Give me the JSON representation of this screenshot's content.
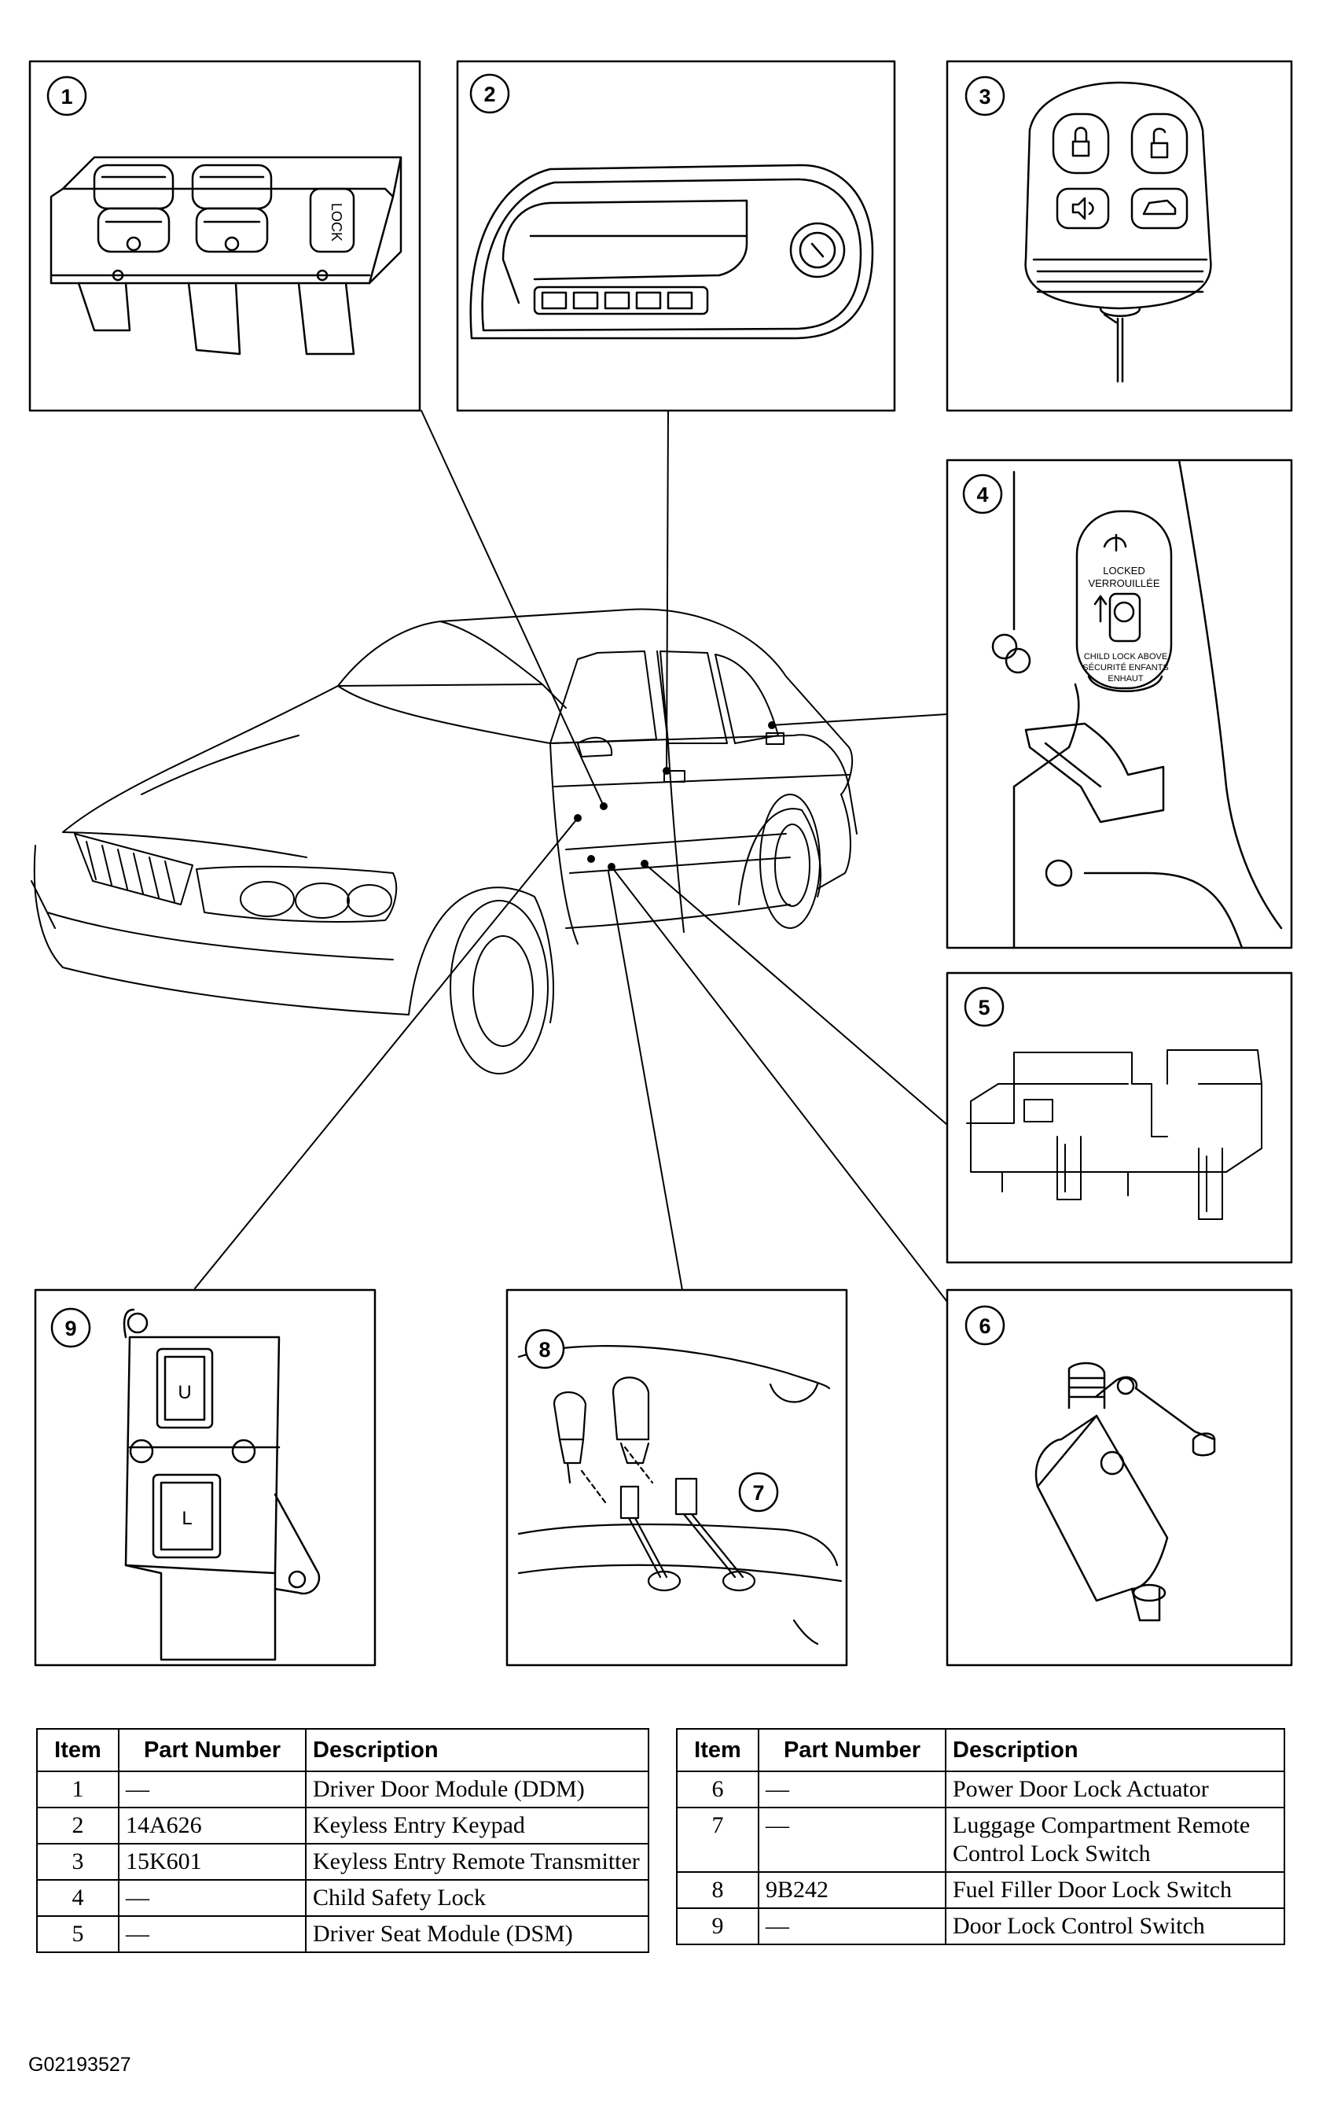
{
  "figure_id": "G02193527",
  "callouts": [
    "1",
    "2",
    "3",
    "4",
    "5",
    "6",
    "7",
    "8",
    "9"
  ],
  "panel3_icons": [
    "lock-icon",
    "unlock-icon",
    "panic-icon",
    "trunk-icon"
  ],
  "panel1_label": "LOCK",
  "panel4_labels": [
    "LOCKED",
    "VERROUILLÉE",
    "CHILD LOCK ABOVE",
    "SÉCURITÉ ENFANTS",
    "ENHAUT"
  ],
  "panel9_labels": [
    "U",
    "L"
  ],
  "table": {
    "headers": [
      "Item",
      "Part Number",
      "Description"
    ],
    "left": [
      {
        "item": "1",
        "part": "—",
        "desc": "Driver Door Module (DDM)"
      },
      {
        "item": "2",
        "part": "14A626",
        "desc": "Keyless Entry Keypad"
      },
      {
        "item": "3",
        "part": "15K601",
        "desc": "Keyless Entry Remote Transmitter"
      },
      {
        "item": "4",
        "part": "—",
        "desc": "Child Safety Lock"
      },
      {
        "item": "5",
        "part": "—",
        "desc": "Driver Seat Module (DSM)"
      }
    ],
    "right": [
      {
        "item": "6",
        "part": "—",
        "desc": "Power Door Lock Actuator"
      },
      {
        "item": "7",
        "part": "—",
        "desc": "Luggage Compartment Remote Control Lock Switch"
      },
      {
        "item": "8",
        "part": "9B242",
        "desc": "Fuel Filler Door Lock Switch"
      },
      {
        "item": "9",
        "part": "—",
        "desc": "Door Lock Control Switch"
      }
    ]
  }
}
